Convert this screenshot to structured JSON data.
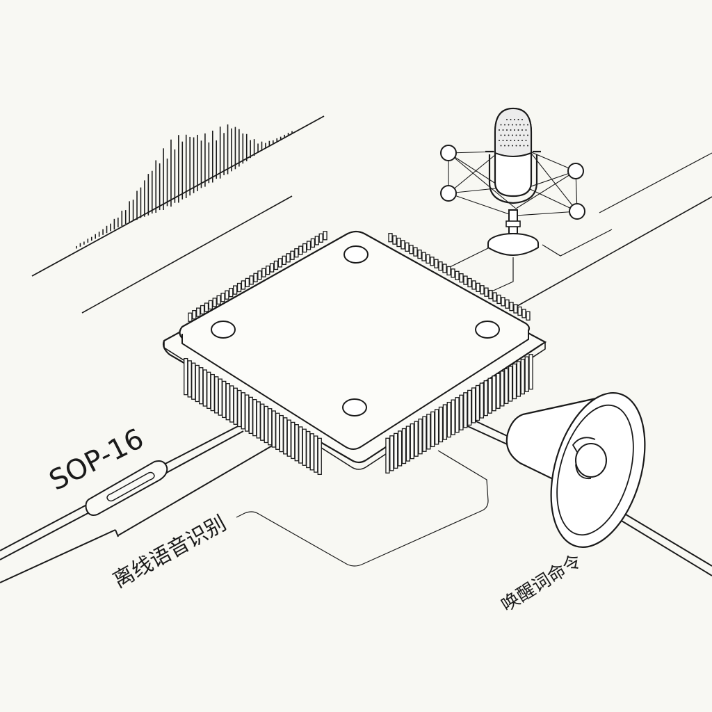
{
  "labels": {
    "package": "SOP-16",
    "offline_recognition": "离线语音识别",
    "wake_word": "唤醒词命令"
  },
  "colors": {
    "background": "#f8f8f3",
    "ink": "#1a1a1a",
    "mic_head": "#ececec"
  },
  "icons": [
    "waveform-icon",
    "microphone-icon",
    "speaker-icon",
    "chip-icon"
  ]
}
